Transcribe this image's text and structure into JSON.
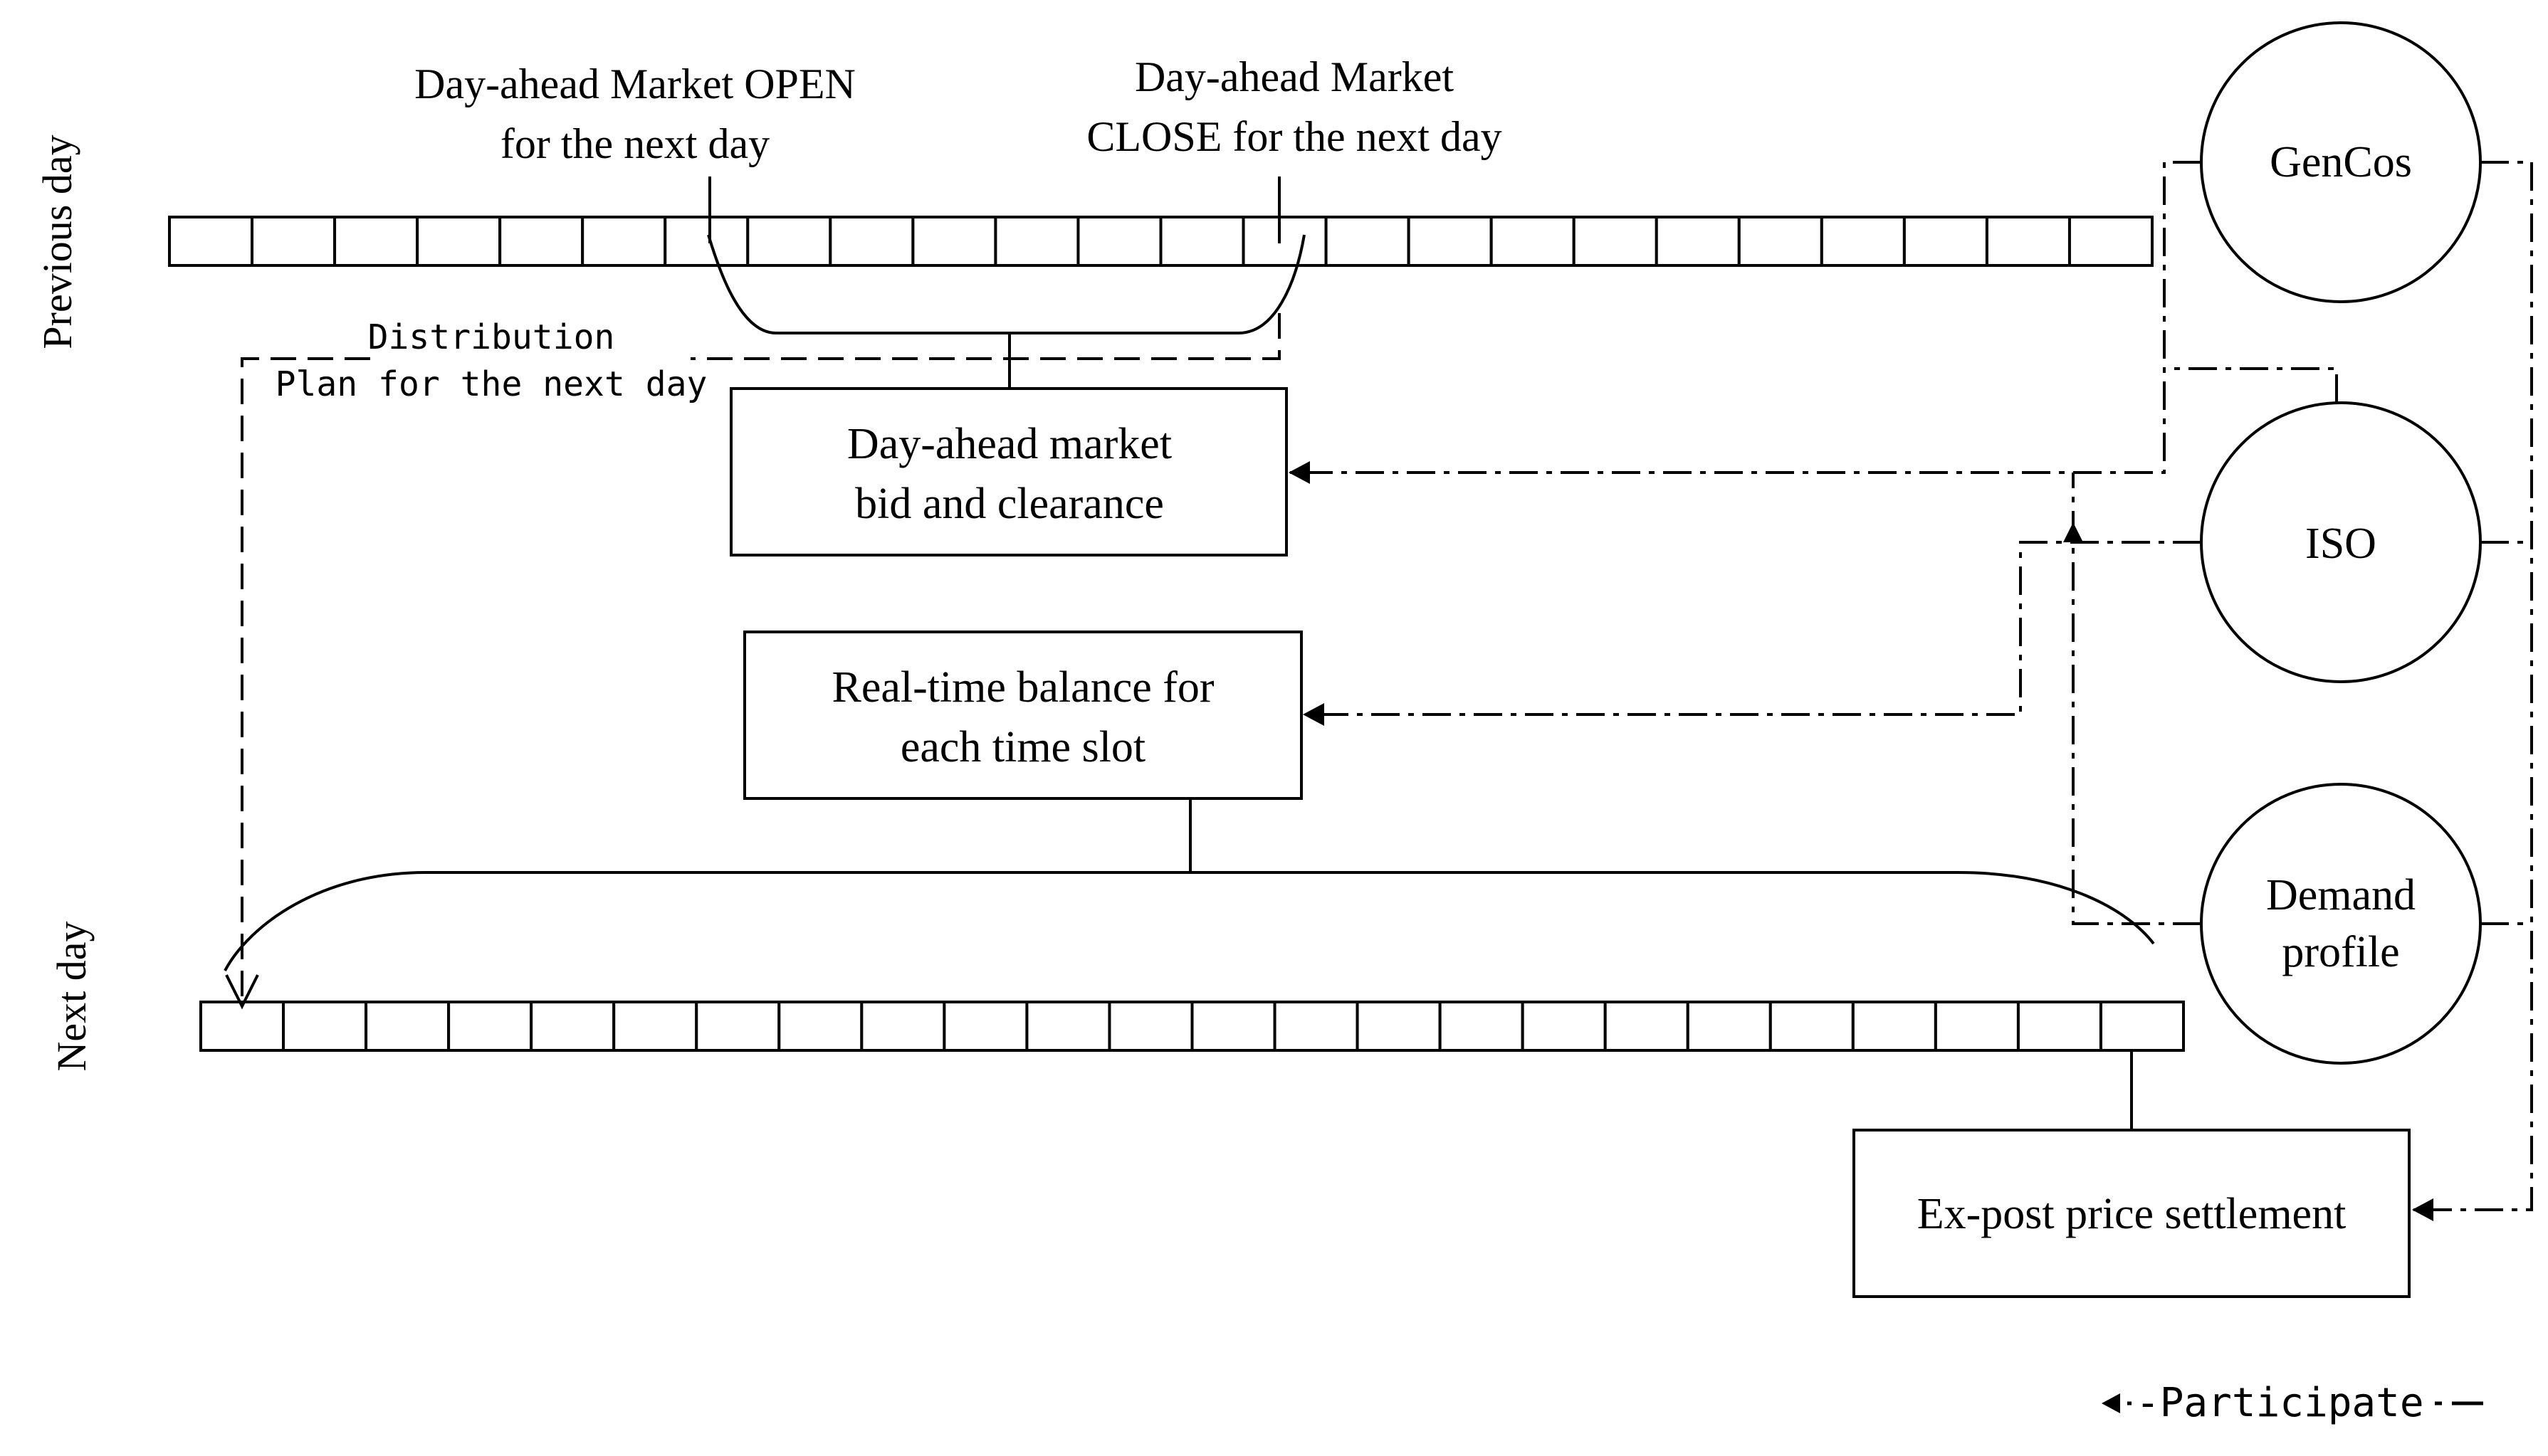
{
  "labels": {
    "previous_day": "Previous day",
    "next_day": "Next day",
    "dam_open_line1": "Day-ahead Market OPEN",
    "dam_open_line2": "for the next day",
    "dam_close_line1": "Day-ahead Market",
    "dam_close_line2": "CLOSE for the next day",
    "distribution_line1": "Distribution",
    "distribution_line2": "Plan for the next day"
  },
  "boxes": {
    "dam_line1": "Day-ahead market",
    "dam_line2": "bid and clearance",
    "rt_line1": "Real-time balance for",
    "rt_line2": "each time slot",
    "expost": "Ex-post price settlement"
  },
  "participants": {
    "gencos": "GenCos",
    "iso": "ISO",
    "demand_line1": "Demand",
    "demand_line2": "profile"
  },
  "legend": {
    "participate": "-Participate"
  },
  "timelines": {
    "previous_day_slots": 24,
    "next_day_slots": 24
  },
  "colors": {
    "stroke": "#000000",
    "background": "#ffffff"
  }
}
